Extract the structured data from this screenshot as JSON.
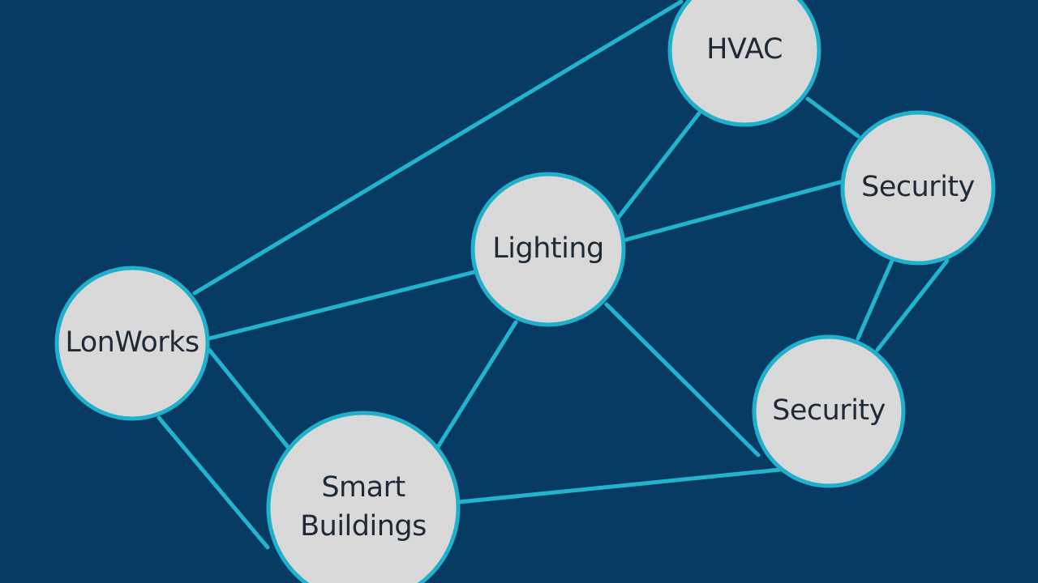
{
  "diagram": {
    "background": "#073b64",
    "edge_color": "#22b3cf",
    "node_fill": "#d9d9d9",
    "node_border": "#1fb0cc",
    "nodes": [
      {
        "id": "hvac",
        "label": [
          "HVAC"
        ]
      },
      {
        "id": "security-1",
        "label": [
          "Security"
        ]
      },
      {
        "id": "lighting",
        "label": [
          "Lighting"
        ]
      },
      {
        "id": "lonworks",
        "label": [
          "LonWorks"
        ]
      },
      {
        "id": "security-2",
        "label": [
          "Security"
        ]
      },
      {
        "id": "smart-buildings",
        "label": [
          "Smart",
          "Buildings"
        ]
      }
    ],
    "edges": [
      [
        "lonworks",
        "hvac"
      ],
      [
        "lonworks",
        "lighting"
      ],
      [
        "lonworks",
        "smart-buildings"
      ],
      [
        "hvac",
        "lighting"
      ],
      [
        "hvac",
        "security-1"
      ],
      [
        "lighting",
        "security-1"
      ],
      [
        "lighting",
        "smart-buildings"
      ],
      [
        "lighting",
        "security-2"
      ],
      [
        "security-1",
        "security-2"
      ],
      [
        "smart-buildings",
        "security-2"
      ]
    ]
  }
}
